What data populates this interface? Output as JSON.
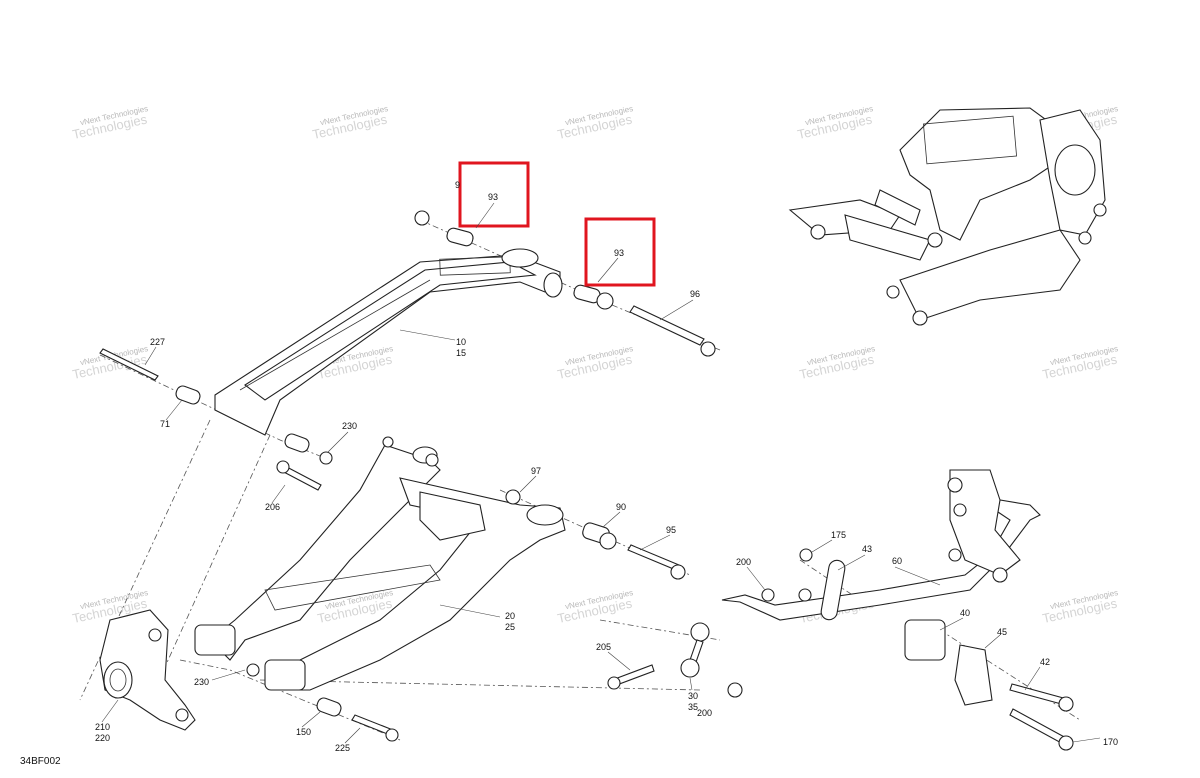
{
  "diagram": {
    "reference_code": "34BF002",
    "watermark_text": "vNext Technologies",
    "highlight_color": "#e0151f",
    "callouts": [
      {
        "id": "c-9",
        "text": "9"
      },
      {
        "id": "c-93a",
        "text": "93"
      },
      {
        "id": "c-93b",
        "text": "93"
      },
      {
        "id": "c-96",
        "text": "96"
      },
      {
        "id": "c-10",
        "text": "10"
      },
      {
        "id": "c-15",
        "text": "15"
      },
      {
        "id": "c-227",
        "text": "227"
      },
      {
        "id": "c-71",
        "text": "71"
      },
      {
        "id": "c-230a",
        "text": "230"
      },
      {
        "id": "c-97",
        "text": "97"
      },
      {
        "id": "c-206",
        "text": "206"
      },
      {
        "id": "c-90",
        "text": "90"
      },
      {
        "id": "c-95",
        "text": "95"
      },
      {
        "id": "c-175",
        "text": "175"
      },
      {
        "id": "c-43",
        "text": "43"
      },
      {
        "id": "c-200a",
        "text": "200"
      },
      {
        "id": "c-60",
        "text": "60"
      },
      {
        "id": "c-20",
        "text": "20"
      },
      {
        "id": "c-25",
        "text": "25"
      },
      {
        "id": "c-40",
        "text": "40"
      },
      {
        "id": "c-45",
        "text": "45"
      },
      {
        "id": "c-205",
        "text": "205"
      },
      {
        "id": "c-42",
        "text": "42"
      },
      {
        "id": "c-230b",
        "text": "230"
      },
      {
        "id": "c-30",
        "text": "30"
      },
      {
        "id": "c-35",
        "text": "35"
      },
      {
        "id": "c-200b",
        "text": "200"
      },
      {
        "id": "c-210",
        "text": "210"
      },
      {
        "id": "c-220",
        "text": "220"
      },
      {
        "id": "c-150",
        "text": "150"
      },
      {
        "id": "c-225",
        "text": "225"
      },
      {
        "id": "c-170",
        "text": "170"
      }
    ]
  }
}
